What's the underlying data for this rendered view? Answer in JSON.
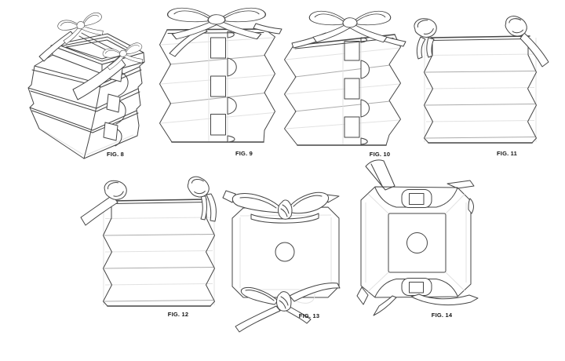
{
  "sheet": {
    "background": "#ffffff",
    "line_color": "#454545",
    "fold_line_light": "#e2e2e2",
    "fold_line_mid": "#ababab"
  },
  "figures": [
    {
      "id": "fig-8",
      "label": "FIG. 8"
    },
    {
      "id": "fig-9",
      "label": "FIG. 9"
    },
    {
      "id": "fig-10",
      "label": "FIG. 10"
    },
    {
      "id": "fig-11",
      "label": "FIG. 11"
    },
    {
      "id": "fig-12",
      "label": "FIG. 12"
    },
    {
      "id": "fig-13",
      "label": "FIG. 13"
    },
    {
      "id": "fig-14",
      "label": "FIG. 14"
    }
  ]
}
